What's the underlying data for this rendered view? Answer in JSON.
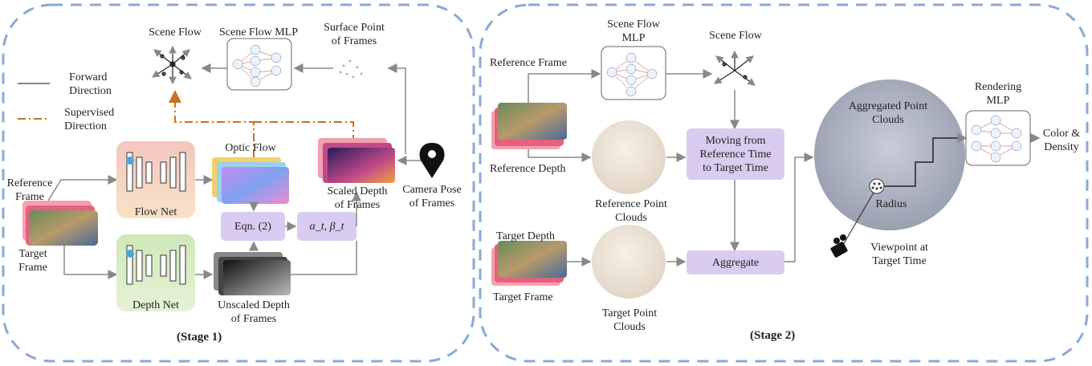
{
  "stage1": {
    "title": "(Stage 1)",
    "legend": {
      "forward": "Forward\nDirection",
      "supervised": "Supervised\nDirection"
    },
    "scene_flow": "Scene Flow",
    "scene_flow_mlp": "Scene Flow MLP",
    "surface_point": "Surface Point\nof Frames",
    "reference_frame": "Reference\nFrame",
    "target_frame": "Target\nFrame",
    "flow_net": "Flow Net",
    "depth_net": "Depth Net",
    "optic_flow": "Optic Flow",
    "eqn": "Eqn. (2)",
    "alpha_beta": "α_t, β_t",
    "unscaled_depth": "Unscaled Depth\nof Frames",
    "scaled_depth": "Scaled Depth\nof Frames",
    "camera_pose": "Camera Pose\nof Frames"
  },
  "stage2": {
    "title": "(Stage 2)",
    "scene_flow_mlp": "Scene Flow\nMLP",
    "scene_flow": "Scene Flow",
    "reference_frame": "Reference Frame",
    "reference_depth": "Reference Depth",
    "reference_point_clouds": "Reference Point\nClouds",
    "moving": "Moving from\nReference Time\nto Target Time",
    "target_depth": "Target Depth",
    "target_frame": "Target Frame",
    "target_point_clouds": "Target Point\nClouds",
    "aggregate": "Aggregate",
    "aggregated_point_clouds": "Aggregated Point\nClouds",
    "radius": "Radius",
    "viewpoint": "Viewpoint at\nTarget Time",
    "rendering_mlp": "Rendering\nMLP",
    "color_density": "Color &\nDensity"
  },
  "colors": {
    "panel_border": "#8aa9d6",
    "arrow": "#888888",
    "supervised": "#c8701e",
    "purple_box": "#d9ccf0",
    "flow_net": "#f6d6c6",
    "depth_net": "#d6ecc4"
  }
}
